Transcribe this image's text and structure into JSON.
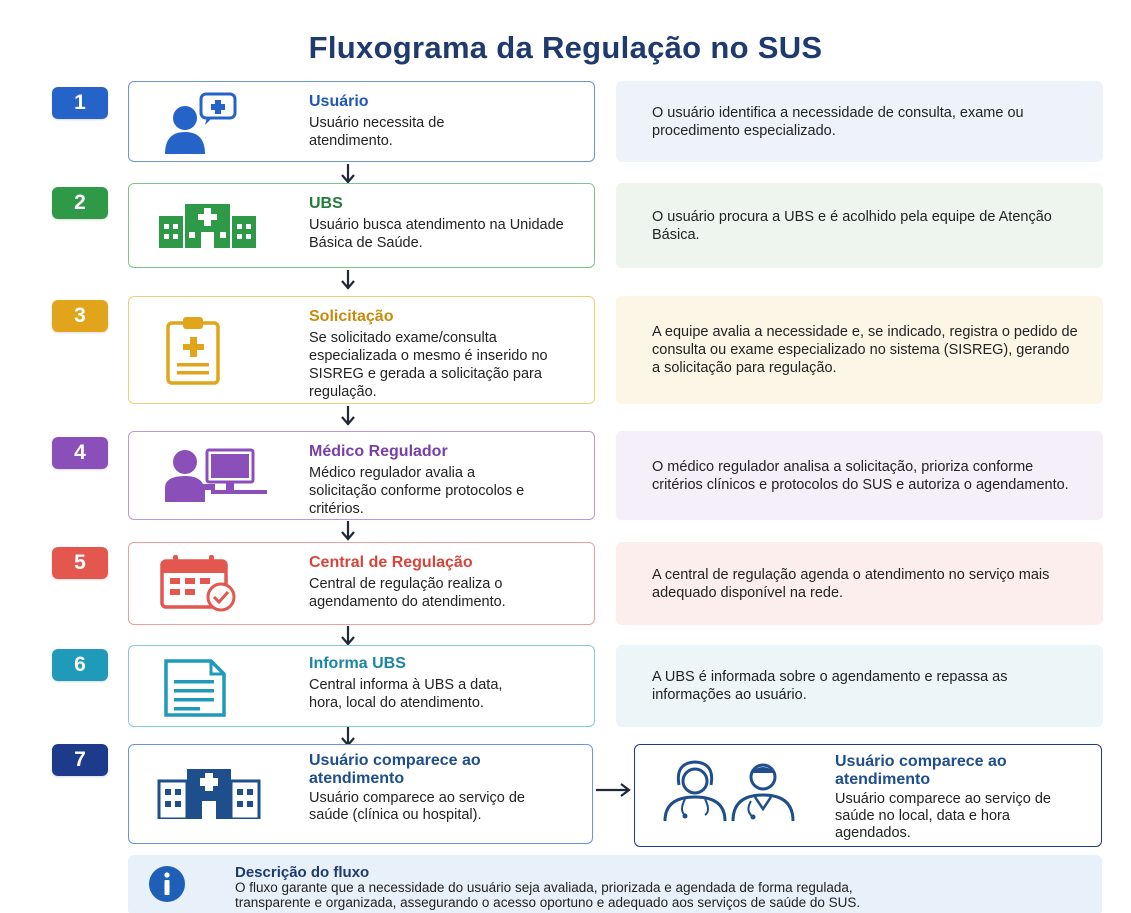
{
  "title": "Fluxograma da Regulação no SUS",
  "colors": {
    "step1": "#2563c9",
    "step2": "#2e9a47",
    "step3": "#e0a51b",
    "step4": "#8a4fb8",
    "step5": "#e3574e",
    "step6": "#1f9ab8",
    "step7": "#1e3a8a"
  },
  "steps": [
    {
      "number": "1",
      "title": "Usuário",
      "text": "Usuário necessita de atendimento.",
      "description": "O usuário identifica a necessidade de consulta, exame ou procedimento especializado.",
      "icon": "user-chat-icon"
    },
    {
      "number": "2",
      "title": "UBS",
      "text": "Usuário busca atendimento na Unidade Básica de Saúde.",
      "description": "O usuário procura a UBS e é acolhido pela equipe de Atenção Básica.",
      "icon": "health-unit-icon"
    },
    {
      "number": "3",
      "title": "Solicitação",
      "text": "Se solicitado exame/consulta especializada o mesmo é inserido no SISREG e gerada a solicitação para regulação.",
      "description": "A equipe avalia a necessidade e, se indicado, registra o pedido de consulta ou exame especializado no sistema (SISREG), gerando a solicitação para regulação.",
      "icon": "clipboard-icon"
    },
    {
      "number": "4",
      "title": "Médico Regulador",
      "text": "Médico regulador avalia a solicitação conforme protocolos e critérios.",
      "description": "O médico regulador analisa a solicitação, prioriza conforme critérios clínicos e protocolos do SUS e autoriza o agendamento.",
      "icon": "doctor-computer-icon"
    },
    {
      "number": "5",
      "title": "Central de Regulação",
      "text": "Central de regulação realiza o agendamento do atendimento.",
      "description": "A central de regulação agenda o atendimento no serviço mais adequado disponível na rede.",
      "icon": "calendar-check-icon"
    },
    {
      "number": "6",
      "title": "Informa UBS",
      "text": "Central informa à UBS a data, hora, local do atendimento.",
      "description": "A UBS é informada sobre o agendamento e repassa as informações ao usuário.",
      "icon": "document-icon"
    },
    {
      "number": "7",
      "title": "Usuário comparece ao atendimento",
      "text": "Usuário comparece ao serviço de saúde (clínica ou hospital).",
      "icon": "hospital-icon"
    }
  ],
  "step7b": {
    "title": "Usuário comparece ao atendimento",
    "text": "Usuário comparece ao serviço de saúde no local, data e hora agendados.",
    "icon": "doctors-icon"
  },
  "info": {
    "icon": "info-icon",
    "title": "Descrição do fluxo",
    "text": "O fluxo garante que a necessidade do usuário seja avaliada, priorizada e agendada de forma regulada, transparente e organizada, assegurando o acesso oportuno e adequado aos serviços de saúde do SUS."
  }
}
